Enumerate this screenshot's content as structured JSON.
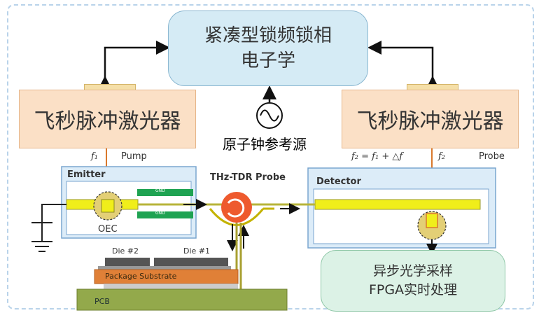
{
  "electronics_box": {
    "line1": "紧凑型锁频锁相",
    "line2": "电子学"
  },
  "laser_left": {
    "label": "飞秒脉冲激光器"
  },
  "laser_right": {
    "label": "飞秒脉冲激光器"
  },
  "clock": {
    "label": "原子钟参考源"
  },
  "pulse_labels": {
    "f1": "f₁",
    "pump": "Pump",
    "f2_formula": "f₂ = f₁ + △f",
    "f2": "f₂",
    "probe": "Probe"
  },
  "emitter": {
    "label": "Emitter",
    "oec": "OEC",
    "gnd": "GND"
  },
  "probe_center": {
    "label": "THz-TDR Probe"
  },
  "detector": {
    "label": "Detector"
  },
  "sampling_box": {
    "line1": "异步光学采样",
    "line2": "FPGA实时处理"
  },
  "package": {
    "die2": "Die #2",
    "die1": "Die #1",
    "substrate": "Package Substrate",
    "pcb": "PCB"
  }
}
